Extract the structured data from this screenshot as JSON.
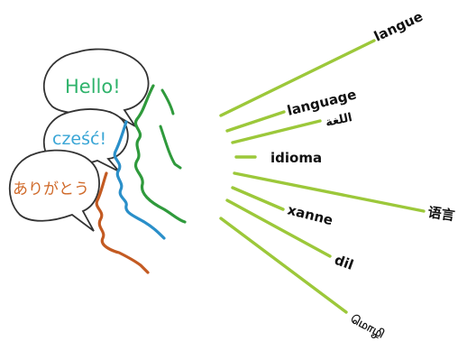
{
  "bubbles": [
    {
      "text": "Hello!",
      "color": "#2fb36b"
    },
    {
      "text": "cześć!",
      "color": "#3aa6d6"
    },
    {
      "text": "ありがとう",
      "color": "#d06a2a"
    }
  ],
  "words": [
    {
      "text": "langue"
    },
    {
      "text": "language"
    },
    {
      "text": "اللغة"
    },
    {
      "text": "idioma"
    },
    {
      "text": "语言"
    },
    {
      "text": "xanne"
    },
    {
      "text": "dil"
    },
    {
      "text": "மொழி"
    }
  ],
  "colors": {
    "ray": "#9cc83a",
    "bubble_outline": "#333333",
    "face_green": "#2f9a3c",
    "face_blue": "#2a8fc9",
    "face_orange": "#c35a22",
    "label": "#111111"
  },
  "icons": [
    "speech-bubble-icon",
    "face-profile-icon"
  ]
}
